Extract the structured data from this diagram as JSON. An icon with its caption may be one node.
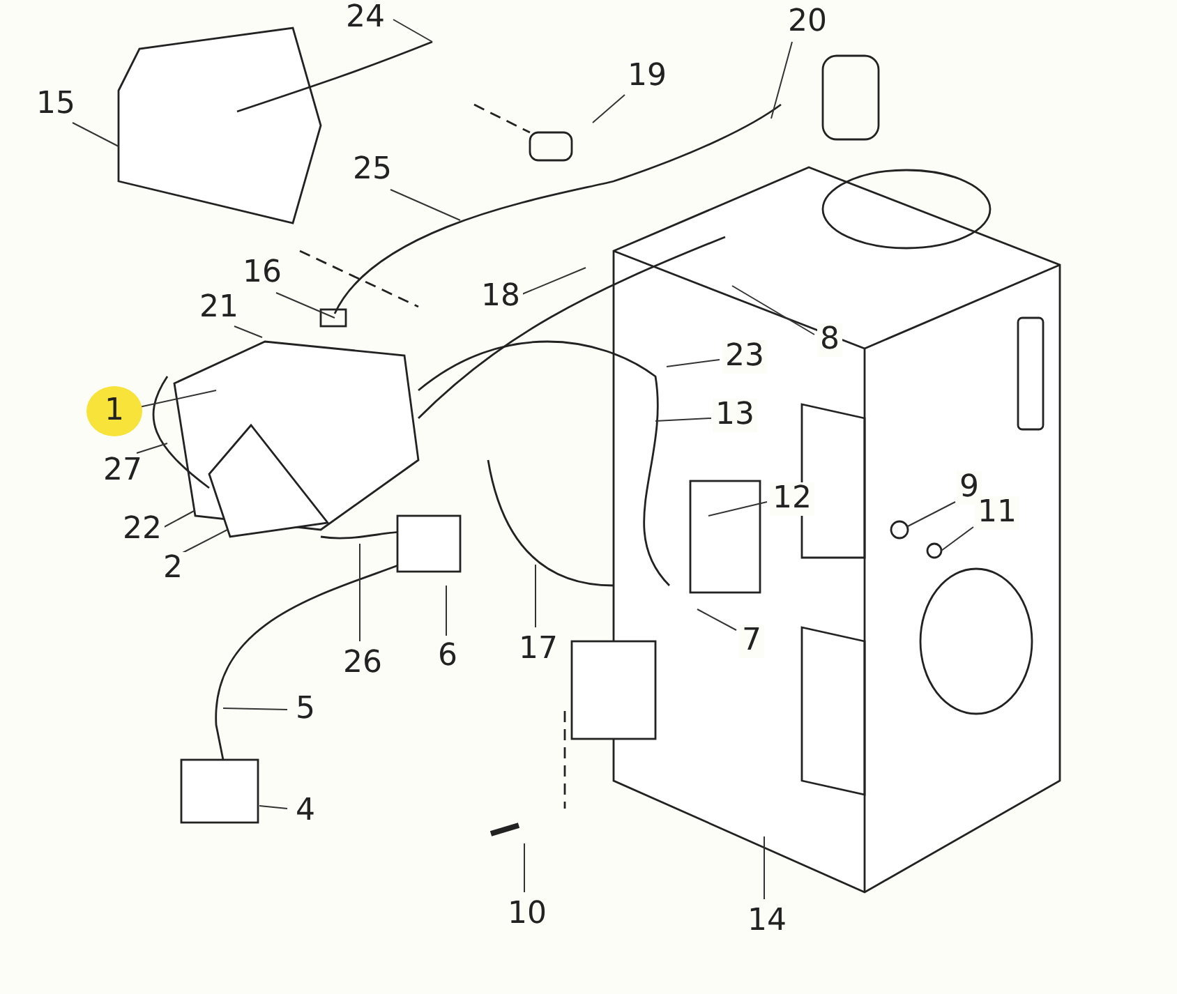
{
  "diagram": {
    "nodes": [
      {
        "text": [
          "24"
        ]
      },
      {
        "text": [
          "20"
        ]
      },
      {
        "text": [
          "19"
        ]
      },
      {
        "text": [
          "15"
        ]
      },
      {
        "text": [
          "25"
        ]
      },
      {
        "text": [
          "16"
        ]
      },
      {
        "text": [
          "18"
        ]
      },
      {
        "text": [
          "21"
        ]
      },
      {
        "text": [
          "8"
        ]
      },
      {
        "text": [
          "23"
        ]
      },
      {
        "text": [
          "1"
        ]
      },
      {
        "text": [
          "13"
        ]
      },
      {
        "text": [
          "27"
        ]
      },
      {
        "text": [
          "12"
        ]
      },
      {
        "text": [
          "9"
        ]
      },
      {
        "text": [
          "11"
        ]
      },
      {
        "text": [
          "22"
        ]
      },
      {
        "text": [
          "2"
        ]
      },
      {
        "text": [
          "7"
        ]
      },
      {
        "text": [
          "17"
        ]
      },
      {
        "text": [
          "26"
        ]
      },
      {
        "text": [
          "6"
        ]
      },
      {
        "text": [
          "5"
        ]
      },
      {
        "text": [
          "4"
        ]
      },
      {
        "text": [
          "10"
        ]
      },
      {
        "text": [
          "14"
        ]
      }
    ],
    "edges": [
      {
        "from": 0,
        "to": null,
        "arrow": "none"
      },
      {
        "from": 1,
        "to": null,
        "arrow": "none"
      },
      {
        "from": 2,
        "to": null,
        "arrow": "none"
      },
      {
        "from": 3,
        "to": null,
        "arrow": "none"
      },
      {
        "from": 4,
        "to": null,
        "arrow": "none"
      },
      {
        "from": 5,
        "to": null,
        "arrow": "none"
      },
      {
        "from": 6,
        "to": null,
        "arrow": "none"
      },
      {
        "from": 7,
        "to": null,
        "arrow": "none"
      },
      {
        "from": 8,
        "to": null,
        "arrow": "none"
      },
      {
        "from": 9,
        "to": null,
        "arrow": "none"
      },
      {
        "from": 10,
        "to": null,
        "arrow": "none"
      },
      {
        "from": 11,
        "to": null,
        "arrow": "none"
      },
      {
        "from": 12,
        "to": null,
        "arrow": "none"
      },
      {
        "from": 13,
        "to": null,
        "arrow": "none"
      },
      {
        "from": 14,
        "to": null,
        "arrow": "none"
      },
      {
        "from": 15,
        "to": null,
        "arrow": "none"
      },
      {
        "from": 16,
        "to": null,
        "arrow": "none"
      },
      {
        "from": 17,
        "to": null,
        "arrow": "none"
      },
      {
        "from": 18,
        "to": null,
        "arrow": "none"
      },
      {
        "from": 19,
        "to": null,
        "arrow": "none"
      },
      {
        "from": 20,
        "to": null,
        "arrow": "none"
      },
      {
        "from": 21,
        "to": null,
        "arrow": "none"
      },
      {
        "from": 22,
        "to": null,
        "arrow": "none"
      },
      {
        "from": 23,
        "to": null,
        "arrow": "none"
      },
      {
        "from": 24,
        "to": null,
        "arrow": "none"
      },
      {
        "from": 25,
        "to": null,
        "arrow": "none"
      }
    ]
  }
}
